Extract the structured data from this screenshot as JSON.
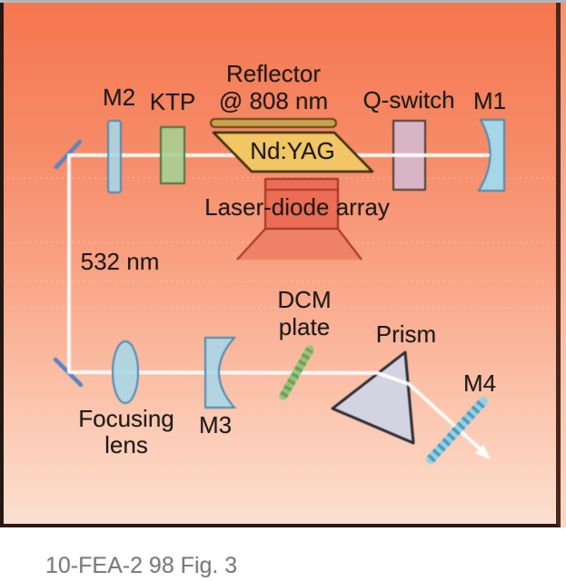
{
  "figure": {
    "caption": "10-FEA-2 98 Fig. 3"
  },
  "labels": {
    "m2": "M2",
    "ktp": "KTP",
    "reflector_l1": "Reflector",
    "reflector_l2": "@ 808 nm",
    "q_switch": "Q-switch",
    "m1": "M1",
    "nd_yag": "Nd:YAG",
    "laser_diode_array": "Laser-diode array",
    "wavelength_532": "532 nm",
    "dcm_l1": "DCM",
    "dcm_l2": "plate",
    "prism": "Prism",
    "m4": "M4",
    "focusing_l1": "Focusing",
    "focusing_l2": "lens",
    "m3": "M3"
  },
  "colors": {
    "background_top": "#f5764f",
    "background_bottom": "#fcdfd1",
    "mirror_blue": "#a6d7e8",
    "ktp_green": "#a9cf92",
    "ndyag_yellow": "#f2c565",
    "reflector_tan": "#cba14c",
    "qswitch_pink": "#d8b5c5",
    "diode_red": "#ec6d55",
    "diode_fan": "#ee8166",
    "prism_lavender": "#d3d3e2",
    "dcm_green": "#8cc47a",
    "m4_blue": "#8ed2e6",
    "fold_mirror_blue": "#5585c5",
    "beam_white": "#ffffff",
    "border_dark": "#2b1a13",
    "caption_gray": "#7b7b7b"
  }
}
